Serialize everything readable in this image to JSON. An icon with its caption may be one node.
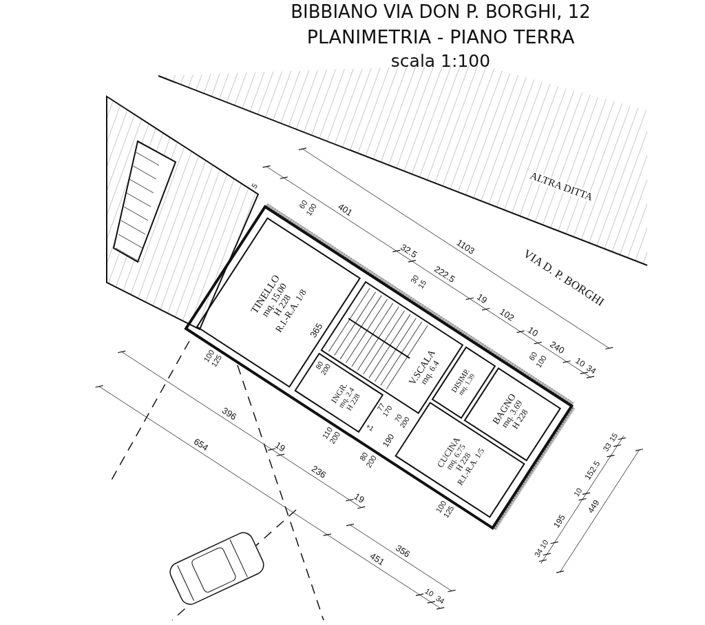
{
  "diagram": {
    "title": "PLANIMETRIA - PIANO TERRA",
    "nodes": [
      {
        "text": [
          "TINELLO",
          "mq. 15.00",
          "H 228",
          "R.I.-R.A. 1/8"
        ]
      },
      {
        "text": [
          "V.SCALA",
          "mq. 6.4"
        ]
      },
      {
        "text": [
          "INGR.",
          "mq. 2.4",
          "H 228"
        ]
      },
      {
        "text": [
          "DISIMP.",
          "mq. 1.39"
        ]
      },
      {
        "text": [
          "BAGNO",
          "mq. 3.69",
          "H 228"
        ]
      },
      {
        "text": [
          "CUCINA",
          "mq. 6.75",
          "H 228",
          "R.I.-R.A. 1/5"
        ]
      }
    ],
    "labels": [
      "BIBBIANO VIA DON P. BORGHI, 12",
      "scala 1:100",
      "5",
      "ALTRA DITTA",
      "60",
      "100",
      "401",
      "1103",
      "VIA D. P. BORGHI",
      "32.5",
      "222.5",
      "30",
      "15",
      "19",
      "102",
      "10",
      "240",
      "10",
      "34",
      "60",
      "100",
      "365",
      "80",
      "200",
      "70",
      "200",
      "77",
      "170",
      "+1",
      "190",
      "100",
      "125",
      "110",
      "200",
      "80",
      "200",
      "100",
      "125",
      "33",
      "15",
      "152.5",
      "10",
      "449",
      "195",
      "34",
      "10",
      "396",
      "19",
      "654",
      "236",
      "19",
      "356",
      "451",
      "10",
      "34"
    ]
  }
}
